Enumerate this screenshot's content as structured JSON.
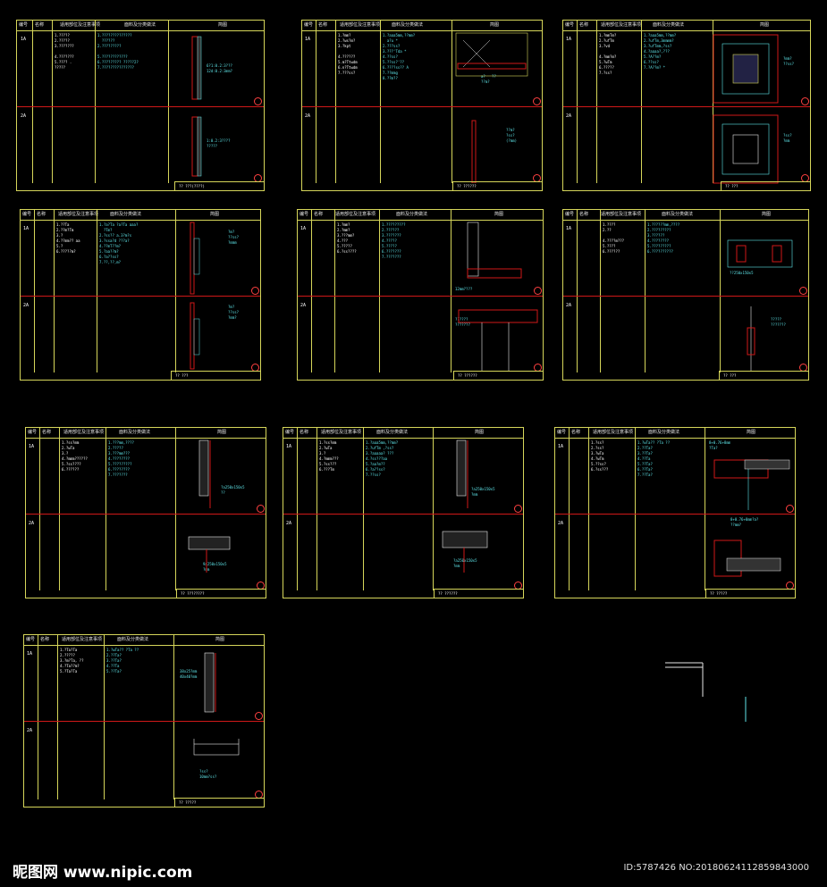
{
  "headers": {
    "code": "编号",
    "name": "名称",
    "scope": "适用部位及注意事项",
    "materials": "面料及分类做法",
    "diagram": "简图"
  },
  "sheets": [
    {
      "id": 1,
      "row1": "1A",
      "row2": "2A",
      "t1": "1.?????\n2.?????\n3.???????\n\n4.???????\n5.???? .\n?????",
      "t2": "1.??????????????\n  ??????\n2.?????????\n\n5.????????????\n6.????????? ?????2?\n7.???????????????",
      "t3": "",
      "d1": "6?1:0.2:3???\n12d:0.2:3mm?",
      "d2": "1:0.2:3????\n?????",
      "tb": "??  ???(????)",
      "cap": "(1)"
    },
    {
      "id": 2,
      "row1": "1A",
      "row2": "2A",
      "t1": "1.?mm?\n2.?ws?m?\n3.?kpt\n\n4.??????\n5.m?Ttwdm\n6.n?Ttwdm\n7.???ss?",
      "t2": "1.?aaa5mm,??mm?\n  a?u *\n2.???ss?\n3.???'Tda *\n4.??ss?\n5.??ss?'??\n6.????ss?? A\n7.??mmg\n8.??m??",
      "t3": "",
      "d1": "a?   ??\n??m?",
      "d2": "??m?\n?ss?\n(?mm)",
      "tb": "??  ??????",
      "cap": "(2)"
    },
    {
      "id": 3,
      "row1": "1A",
      "row2": "2A",
      "t1": "1.?mmTm?\n2.?ufTm\n3.?vd\n\n4.?mm?m?\n5.?wTm\n6.?????\n7.?ss?",
      "t2": "1.?aaa5mm,??mm?\n2.?ufTm,3mmmm?\n3.?ufTmm,?ss?\n4.?aaaa?,??? \n5.?A??m?\n6.??ss?\n7.?A??m? *",
      "t3": "",
      "d1": "?mm?\n??ss?",
      "d2": "?ss?\n?mm",
      "tb": "?? ???",
      "cap": "(3)"
    },
    {
      "id": 4,
      "row1": "1A",
      "row2": "2A",
      "t1": "1.??Ta\n2.??m?Tm\n3.?\n4.??mm?? aa\n5.?\n6.?????m?",
      "t2": "1.?a?Ta ?a?Ta aaa?\n  ?Tm?\n2.?ss?? a.3?m?s\n3.?ssa?d ???a?\n4.??mT??m?\n5.?aa??m?\n6.?a??ss?\n7.??,??,m?",
      "t3": "",
      "d1": "?m?\n??ss?\n?mmm",
      "d2": "?m?\n??ss?\n?mm?",
      "tb": "?? ???",
      "cap": "(4)"
    },
    {
      "id": 5,
      "row1": "1A",
      "row2": "2A",
      "t1": "1.?mm?\n2.?mm?\n3.???mm?\n4.???\n5.?????\n6.?ss????",
      "t2": "1.?????????\n2.??????\n3.???????\n4.?????\n5.?????\n6.???????\n7.???????",
      "t3": "",
      "d1": "12mm????",
      "d2": "??????\n???????",
      "tb": "?? ??????",
      "cap": "(5)"
    },
    {
      "id": 6,
      "row1": "1A",
      "row2": "2A",
      "t1": "1.????\n2.??\n\n4.????m???\n5.????\n6.??????",
      "t2": "1.??????mm,????\n2.?????????\n3.??????\n4.????????\n5.?????????\n6.??????????",
      "t3": "",
      "d1": "??250x150x5",
      "d2": "?????\n???????",
      "tb": "?? ???",
      "cap": "(6)"
    },
    {
      "id": 7,
      "row1": "1A",
      "row2": "2A",
      "t1": "1.?ss?mm\n2.?wTa\n3.?\n4.?mmm??????\n5.?ss????\n6.??????",
      "t2": "1.???mm,????\n2.?????\n3.???mm???\n4.????????\n5.?????????\n6.???????? \n7.???????",
      "t3": "",
      "d1": "?a250x150x5\n??",
      "d2": "9a250x150x5\n?mm",
      "tb": "?? ????????",
      "cap": "(7)"
    },
    {
      "id": 8,
      "row1": "1A",
      "row2": "2A",
      "t1": "1.?ss?mm\n2.?wTa\n3.?\n4.?mmm???\n5.?ss???\n6.???Tm",
      "t2": "1.?aaa5mm,??mm?\n2.?ufTm ,?ss?\n3.?aaaaa? ???\n4.?ss???aa\n5.?aa?m??\n6.?a??ss?\n7.??ss?",
      "t3": "",
      "d1": "?a250x150x5\n?mm",
      "d2": "?a250x150x5\n?mm",
      "tb": "?? ??????",
      "cap": "(8)"
    },
    {
      "id": 9,
      "row1": "1A",
      "row2": "2A",
      "t1": "1.?ss?\n2.?ss?\n3.?wTa\n4.?wTm\n5.??ss?\n6.?ss???",
      "t2": "1.?wTa?? ?Ta ??\n2.??Ta?\n3.??Ta?\n4.??Ta\n5.??Ta?\n6.??Ta?\n7.??Ta?",
      "t3": "",
      "d1": "8+0.76+8mm\n?Ta?",
      "d2": "8+0.76+8mm?a?\n??mm?",
      "tb": "?? ?????",
      "cap": "(9)"
    },
    {
      "id": 10,
      "row1": "1A",
      "row2": "2A",
      "t1": "1.?Ta?Ta\n2.?????\n3.?m?Ta, ??\n4.?Ta??m?\n5.?Ta?Ta",
      "t2": "1.?wTa?? ?Ta ??\n2.??Ta?\n3.??Ta?\n4.??Ta\n5.??Ta?",
      "t3": "",
      "d1": "38x25?mm\n40x40?mm",
      "d2": "?ss?\n10mm?ss?",
      "tb": "?? ?????",
      "cap": "(10)"
    }
  ],
  "watermark": {
    "site": "昵图网 www.nipic.com",
    "id": "ID:5787426 NO:20180624112859843000"
  }
}
